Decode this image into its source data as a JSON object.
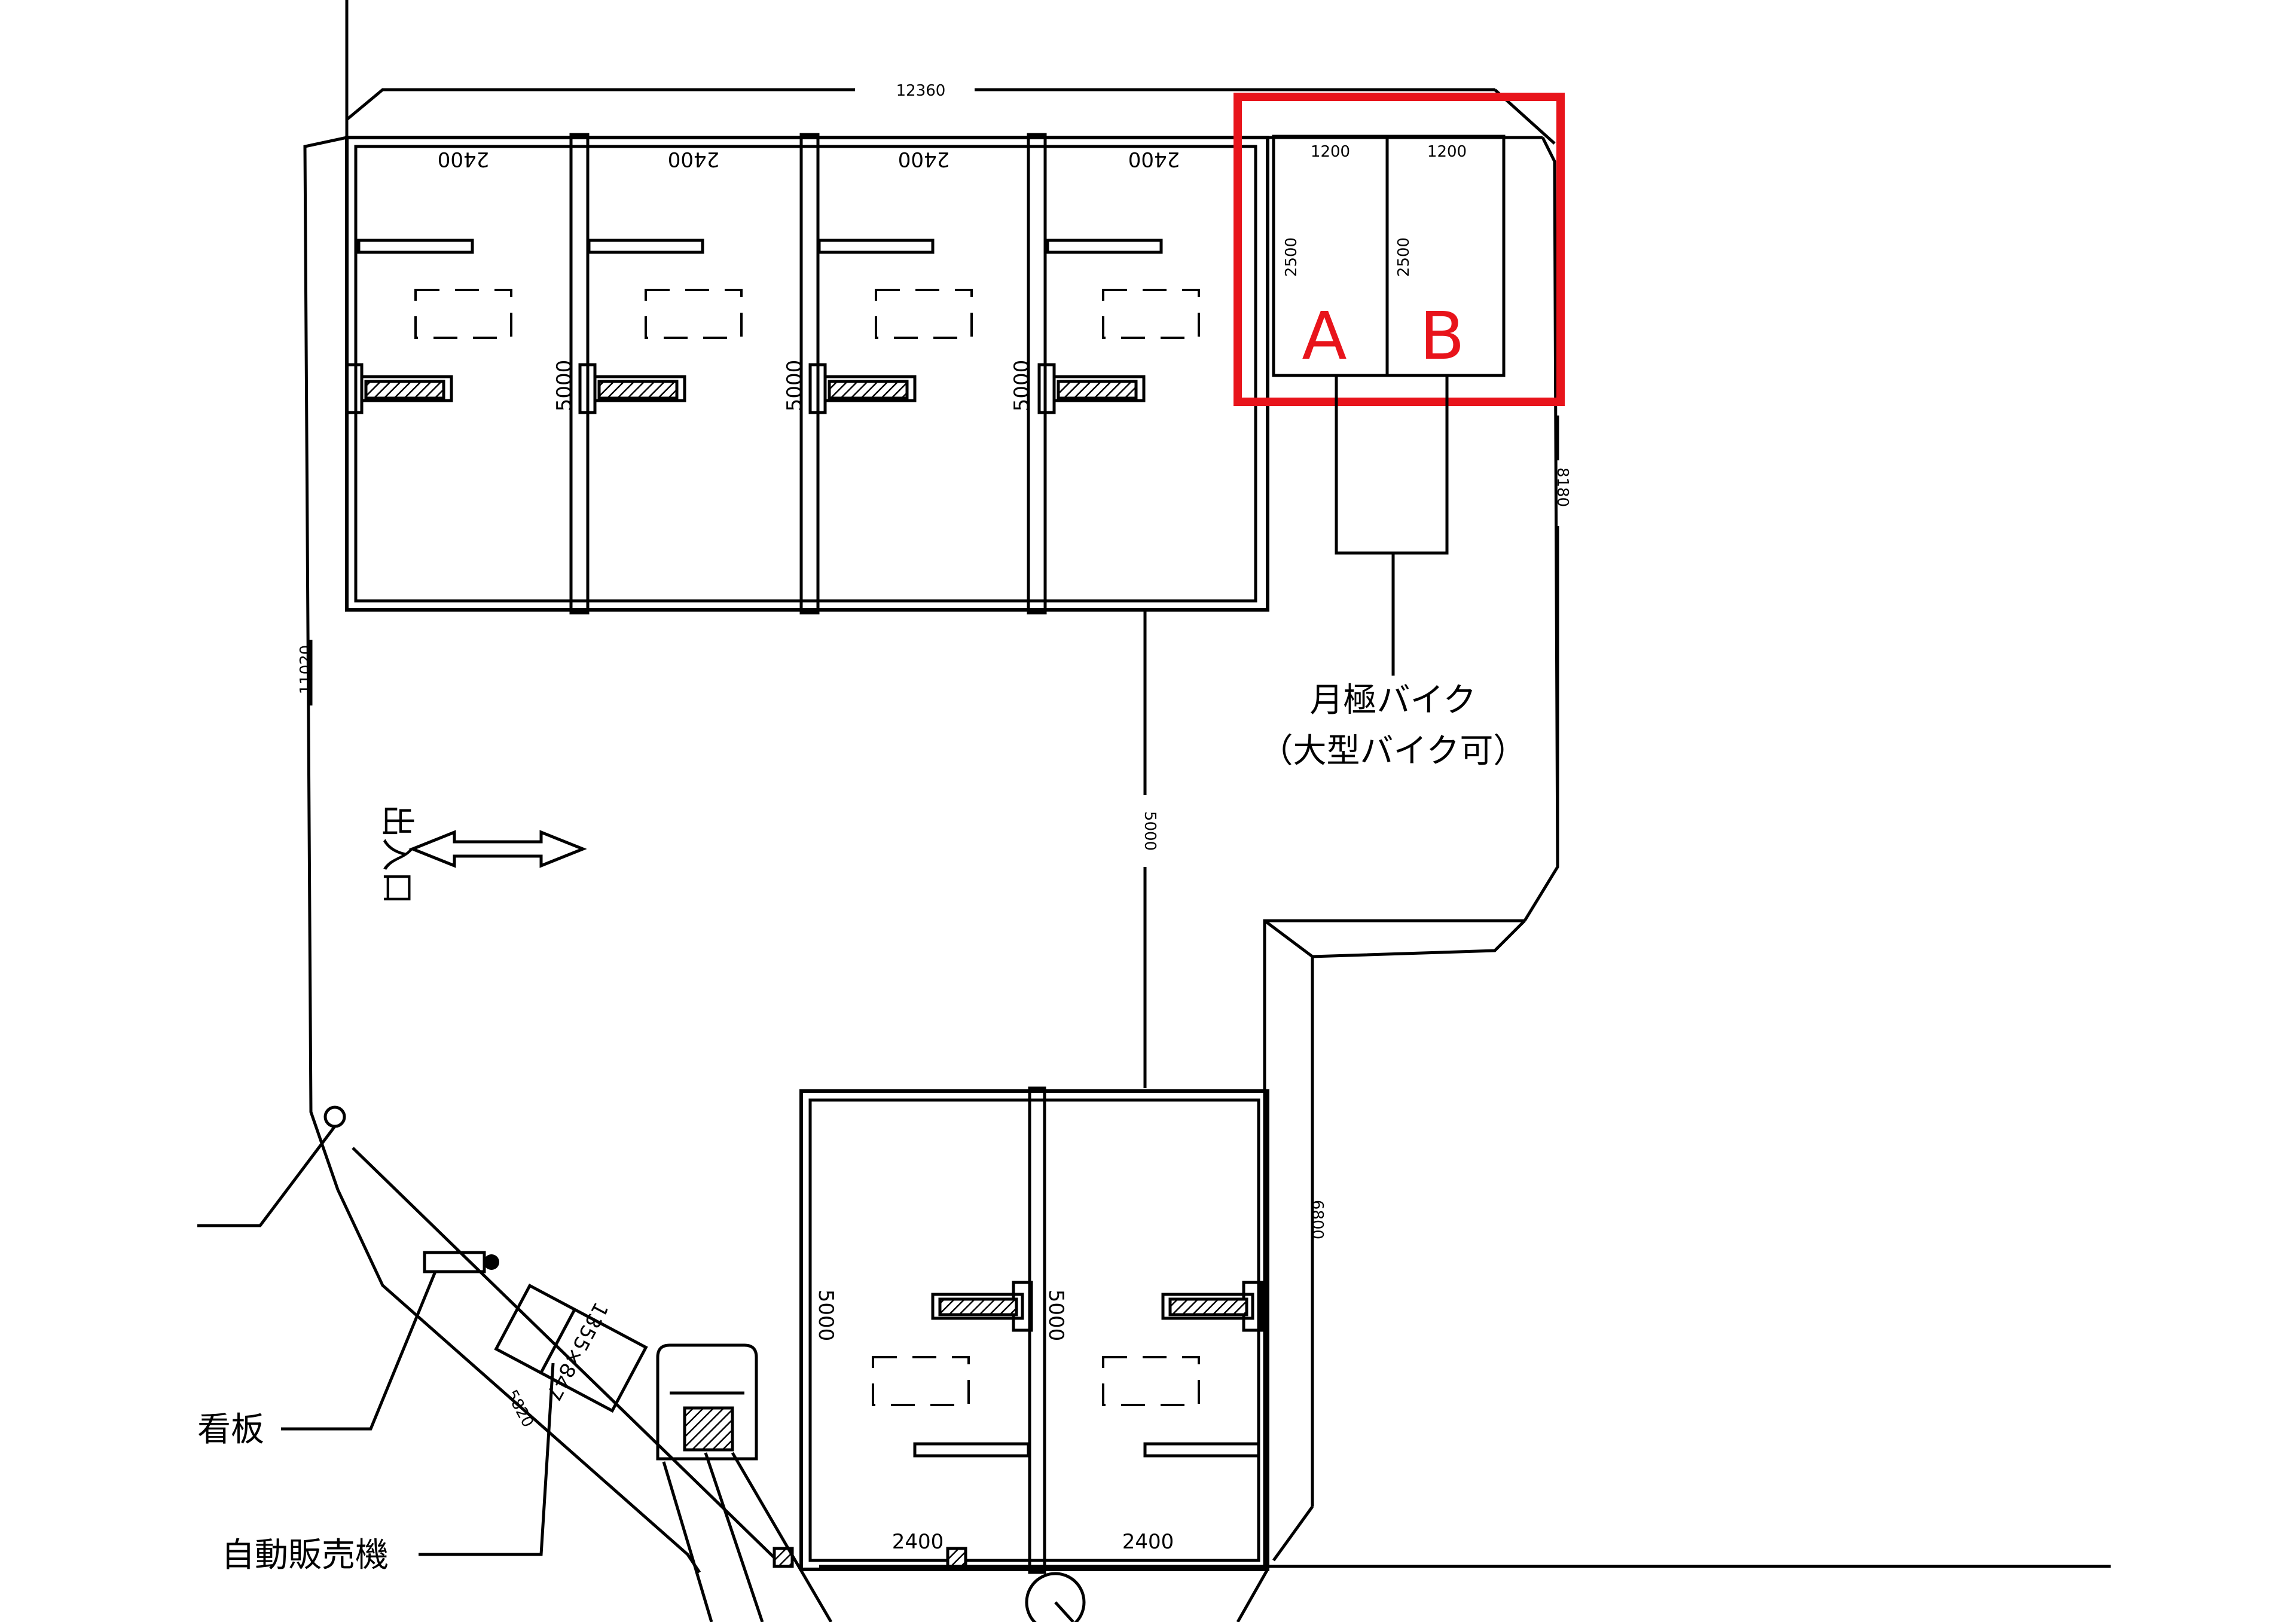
{
  "dimensions": {
    "top_total": "12360",
    "left_total": "11020",
    "right_upper": "8180",
    "center_vertical": "5000",
    "right_lower": "6800",
    "diagonal": "5820",
    "bay_width": "2400",
    "bay_depth": "5000",
    "bike_width": "1200",
    "bike_depth": "2500",
    "vending_size": "1355×847"
  },
  "labels": {
    "entrance": "出入口",
    "signboard": "看板",
    "vending_machine": "自動販売機",
    "monthly_bike": "月極バイク",
    "large_bike_ok": "（大型バイク可）"
  },
  "bike_spaces": [
    "A",
    "B"
  ],
  "colors": {
    "highlight": "#e8141b",
    "line": "#000000"
  }
}
